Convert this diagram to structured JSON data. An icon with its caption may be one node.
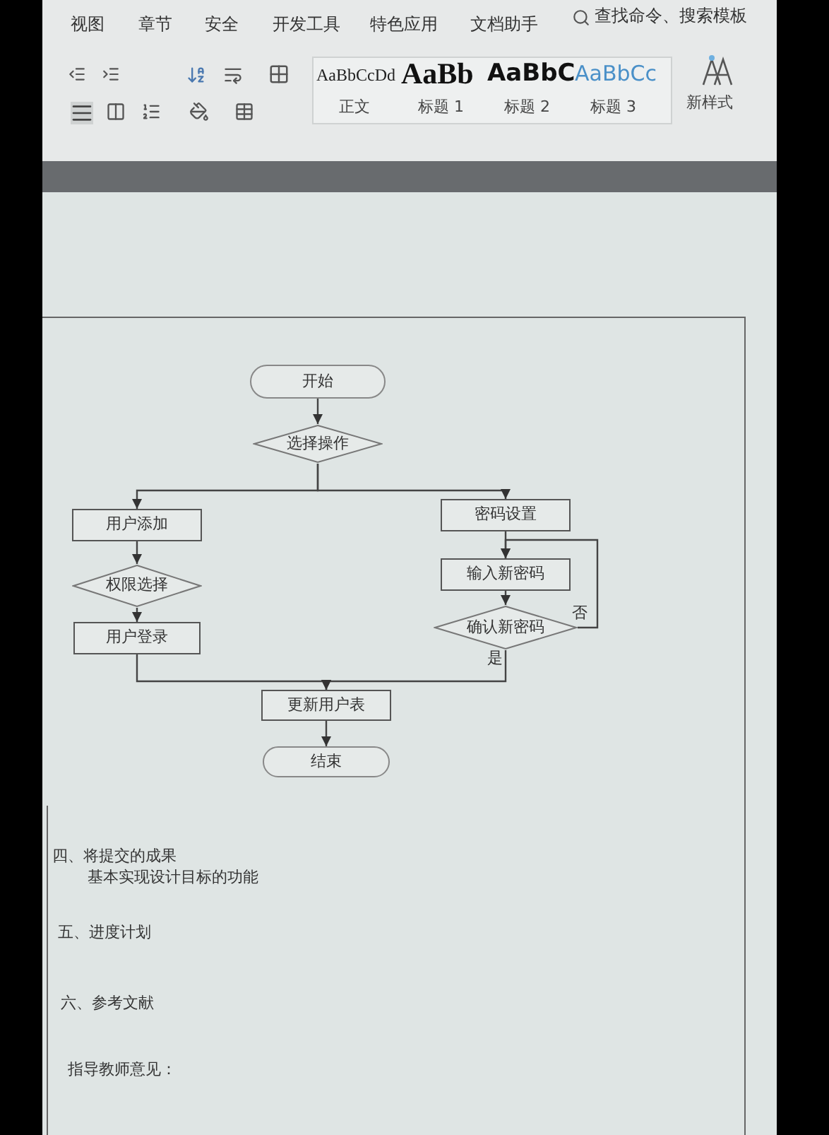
{
  "diagram": {
    "nodes": [
      {
        "text": [
          "开始"
        ]
      },
      {
        "text": [
          "选择操作"
        ]
      },
      {
        "text": [
          "用户添加"
        ]
      },
      {
        "text": [
          "权限选择"
        ]
      },
      {
        "text": [
          "用户登录"
        ]
      },
      {
        "text": [
          "密码设置"
        ]
      },
      {
        "text": [
          "输入新密码"
        ]
      },
      {
        "text": [
          "确认新密码"
        ]
      },
      {
        "text": [
          "更新用户表"
        ]
      },
      {
        "text": [
          "结束"
        ]
      }
    ],
    "edges": [
      {
        "from": 0,
        "to": 1,
        "arrow": "to"
      },
      {
        "from": 1,
        "to": 2,
        "arrow": "to"
      },
      {
        "from": 1,
        "to": 5,
        "arrow": "to"
      },
      {
        "from": 2,
        "to": 3,
        "arrow": "to"
      },
      {
        "from": 3,
        "to": 4,
        "arrow": "to"
      },
      {
        "from": 5,
        "to": 6,
        "arrow": "to"
      },
      {
        "from": 6,
        "to": 7,
        "arrow": "to"
      },
      {
        "from": 7,
        "to": 6,
        "arrow": "to",
        "label": "否"
      },
      {
        "from": 7,
        "to": 8,
        "arrow": "to",
        "label": "是"
      },
      {
        "from": 4,
        "to": 8,
        "arrow": "to"
      },
      {
        "from": 8,
        "to": 9,
        "arrow": "to"
      }
    ],
    "labels": [
      "视图",
      "章节",
      "安全",
      "开发工具",
      "特色应用",
      "文档助手",
      "查找命令、搜索模板",
      "AaBbCcDd",
      "AaBb",
      "AaBbC",
      "AaBbCc",
      "正文",
      "标题 1",
      "标题 2",
      "标题 3",
      "新样式",
      "四、将提交的成果",
      "基本实现设计目标的功能",
      "五、进度计划",
      "六、参考文献",
      "指导教师意见："
    ]
  }
}
